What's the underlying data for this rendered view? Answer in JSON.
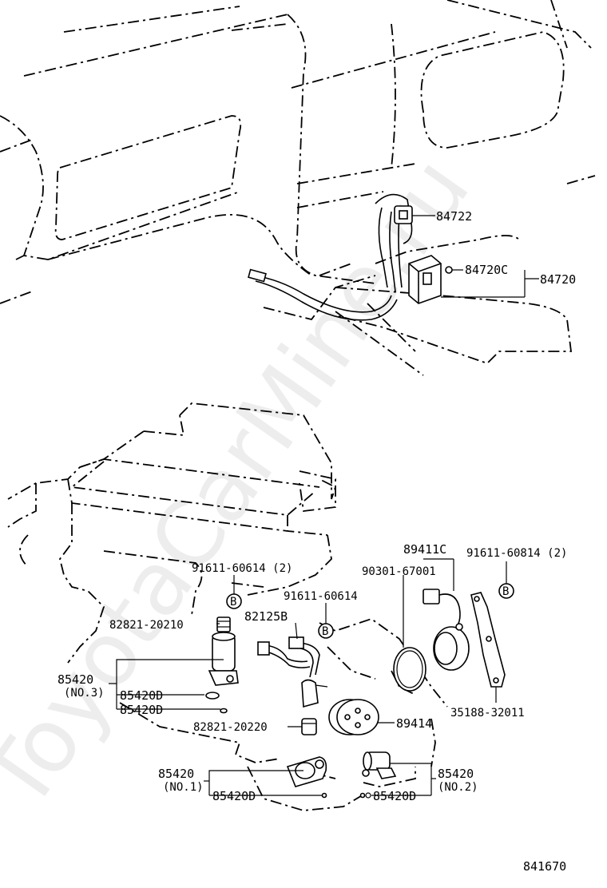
{
  "watermark": "ToyotaCarMine.ru",
  "figure_code": "841670",
  "labels": {
    "p84722": "84722",
    "p84720c": "84720C",
    "p84720": "84720",
    "p89411c": "89411C",
    "p91611_60814": "91611-60814 (2)",
    "p91611_60614_2": "91611-60614 (2)",
    "p90301_67001": "90301-67001",
    "p91611_60614": "91611-60614",
    "p82125b": "82125B",
    "p82821_20210": "82821-20210",
    "p85420_no3": "85420",
    "no3": "(NO.3)",
    "p85420d_a": "85420D",
    "p85420d_b": "85420D",
    "p35188_32011": "35188-32011",
    "p82821_20220": "82821-20220",
    "p89414": "89414",
    "p85420_no1": "85420",
    "no1": "(NO.1)",
    "p85420d_c": "85420D",
    "p85420_no2": "85420",
    "no2": "(NO.2)",
    "p85420d_d": "85420D",
    "ref_b": "B"
  }
}
